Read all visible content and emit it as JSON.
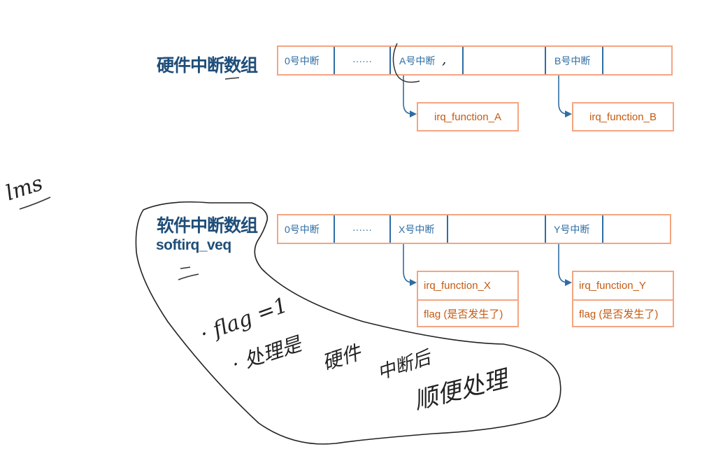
{
  "hardware": {
    "title": "硬件中断数组",
    "cells": [
      "0号中断",
      "······",
      "A号中断",
      "",
      "B号中断",
      ""
    ],
    "handlers": [
      {
        "name": "irq_function_A"
      },
      {
        "name": "irq_function_B"
      }
    ]
  },
  "software": {
    "title": "软件中断数组",
    "subtitle": "softirq_veq",
    "cells": [
      "0号中断",
      "······",
      "X号中断",
      "",
      "Y号中断",
      ""
    ],
    "handlers": [
      {
        "name": "irq_function_X",
        "flag": "flag (是否发生了)"
      },
      {
        "name": "irq_function_Y",
        "flag": "flag (是否发生了)"
      }
    ]
  },
  "annotations": {
    "ms_note": "lms",
    "line1": "· flag =1",
    "line2": "· 处理是",
    "line3": "硬件",
    "line4": "中断后",
    "line5": "顺便处理",
    "comma": ","
  },
  "colors": {
    "title": "#1f4e79",
    "cell_text": "#2e6da4",
    "border": "#f4a582",
    "handler_text": "#c55a11",
    "ink": "#222222"
  }
}
